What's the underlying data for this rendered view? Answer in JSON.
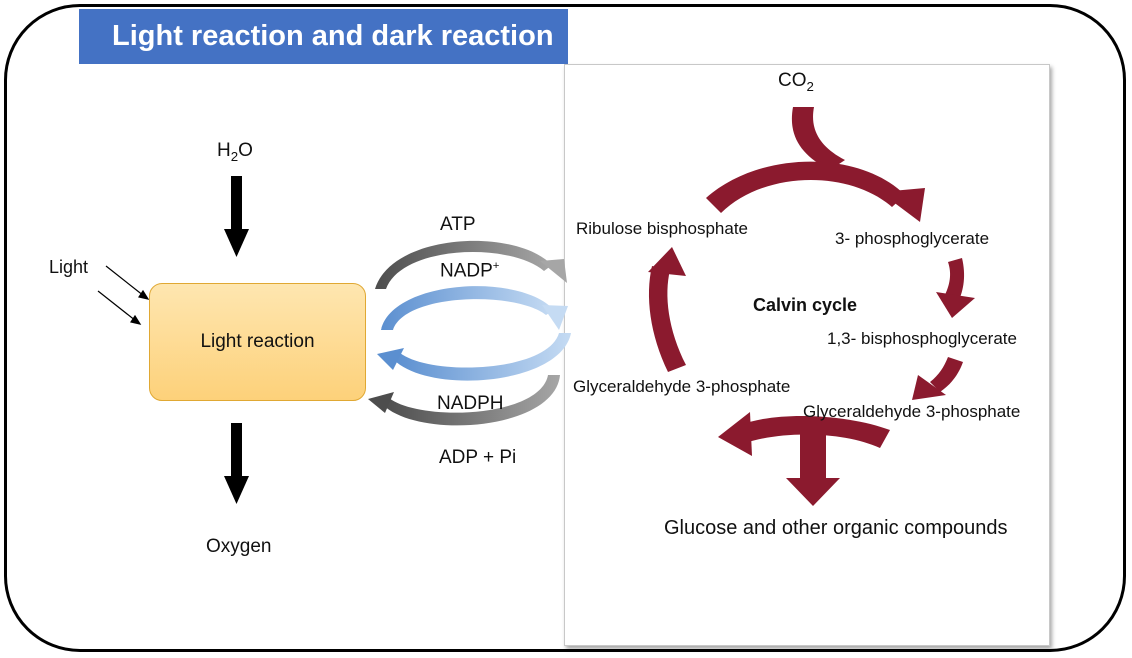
{
  "title": "Light reaction and dark reaction",
  "light_side": {
    "water_prefix": "H",
    "water_sub": "2",
    "water_suffix": "O",
    "light_label": "Light",
    "box_label": "Light reaction",
    "oxygen_label": "Oxygen"
  },
  "exchange": {
    "atp": "ATP",
    "nadp_prefix": "NADP",
    "nadp_sup": "+",
    "nadph": "NADPH",
    "adp": "ADP + Pi"
  },
  "calvin": {
    "co2_prefix": "CO",
    "co2_sub": "2",
    "center": "Calvin cycle",
    "ribulose": "Ribulose  bisphosphate",
    "pga": "3- phosphoglycerate",
    "bpga": "1,3- bisphosphoglycerate",
    "g3p_right": "Glyceraldehyde 3-phosphate",
    "g3p_left": "Glyceraldehyde 3-phosphate",
    "output": "Glucose and other organic compounds"
  },
  "colors": {
    "title_bg": "#4472c4",
    "calvin_arrow": "#8b1a2e",
    "exchange_gray": "#7f7f7f",
    "exchange_blue": "#8fb4e3",
    "light_box": "#fdd17a"
  }
}
